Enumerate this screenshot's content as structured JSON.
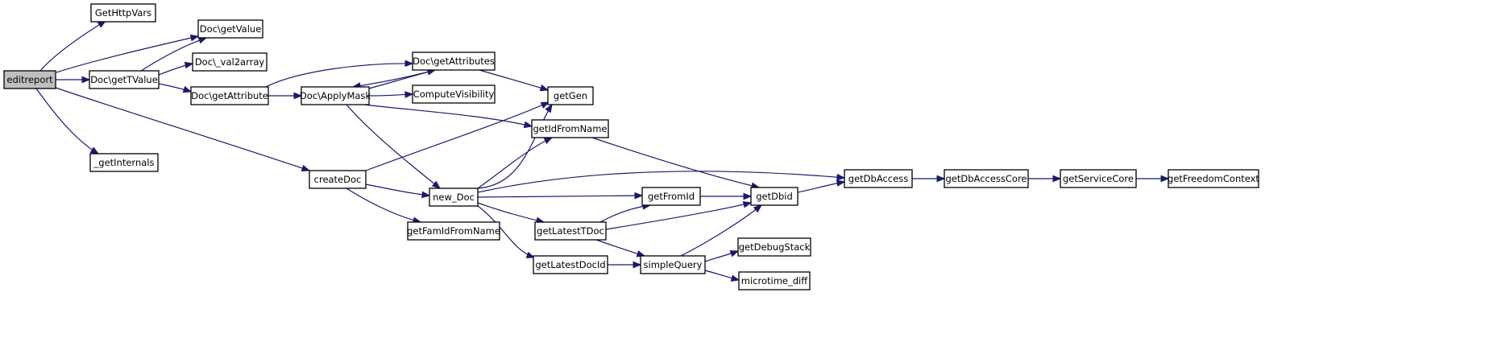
{
  "graph": {
    "title": "",
    "colors": {
      "edge": "#191970",
      "node_fill": "#ffffff",
      "root_fill": "#bfbfbf",
      "border": "#000000"
    },
    "nodes": [
      {
        "id": "editreport",
        "label": "editreport",
        "root": true
      },
      {
        "id": "GetHttpVars",
        "label": "GetHttpVars"
      },
      {
        "id": "DocgetValue",
        "label": "Doc\\getValue"
      },
      {
        "id": "DocgetTValue",
        "label": "Doc\\getTValue"
      },
      {
        "id": "Docval2array",
        "label": "Doc\\_val2array"
      },
      {
        "id": "DocgetAttribute",
        "label": "Doc\\getAttribute"
      },
      {
        "id": "getInternals",
        "label": "_getInternals"
      },
      {
        "id": "createDoc",
        "label": "createDoc"
      },
      {
        "id": "DocgetAttributes",
        "label": "Doc\\getAttributes"
      },
      {
        "id": "DocApplyMask",
        "label": "Doc\\ApplyMask"
      },
      {
        "id": "ComputeVisibility",
        "label": "ComputeVisibility"
      },
      {
        "id": "getGen",
        "label": "getGen"
      },
      {
        "id": "getIdFromName",
        "label": "getIdFromName"
      },
      {
        "id": "newDoc",
        "label": "new_Doc"
      },
      {
        "id": "getFamIdFromName",
        "label": "getFamIdFromName"
      },
      {
        "id": "getFromId",
        "label": "getFromId"
      },
      {
        "id": "getLatestTDoc",
        "label": "getLatestTDoc"
      },
      {
        "id": "getLatestDocId",
        "label": "getLatestDocId"
      },
      {
        "id": "simpleQuery",
        "label": "simpleQuery"
      },
      {
        "id": "getDbid",
        "label": "getDbid"
      },
      {
        "id": "getDebugStack",
        "label": "getDebugStack"
      },
      {
        "id": "microtimediff",
        "label": "microtime_diff"
      },
      {
        "id": "getDbAccess",
        "label": "getDbAccess"
      },
      {
        "id": "getDbAccessCore",
        "label": "getDbAccessCore"
      },
      {
        "id": "getServiceCore",
        "label": "getServiceCore"
      },
      {
        "id": "getFreedomContext",
        "label": "getFreedomContext"
      }
    ],
    "edges": [
      {
        "from": "editreport",
        "to": "GetHttpVars"
      },
      {
        "from": "editreport",
        "to": "DocgetValue"
      },
      {
        "from": "editreport",
        "to": "DocgetTValue"
      },
      {
        "from": "editreport",
        "to": "getInternals"
      },
      {
        "from": "editreport",
        "to": "createDoc"
      },
      {
        "from": "DocgetTValue",
        "to": "DocgetValue"
      },
      {
        "from": "DocgetTValue",
        "to": "Docval2array"
      },
      {
        "from": "DocgetTValue",
        "to": "DocgetAttribute"
      },
      {
        "from": "DocgetAttribute",
        "to": "DocgetAttributes"
      },
      {
        "from": "DocgetAttribute",
        "to": "DocApplyMask"
      },
      {
        "from": "DocgetAttributes",
        "to": "DocApplyMask"
      },
      {
        "from": "DocgetAttributes",
        "to": "getGen"
      },
      {
        "from": "DocApplyMask",
        "to": "DocgetAttributes"
      },
      {
        "from": "DocApplyMask",
        "to": "ComputeVisibility"
      },
      {
        "from": "DocApplyMask",
        "to": "getIdFromName"
      },
      {
        "from": "DocApplyMask",
        "to": "newDoc"
      },
      {
        "from": "createDoc",
        "to": "getGen"
      },
      {
        "from": "createDoc",
        "to": "newDoc"
      },
      {
        "from": "createDoc",
        "to": "getFamIdFromName"
      },
      {
        "from": "newDoc",
        "to": "getGen"
      },
      {
        "from": "newDoc",
        "to": "getIdFromName"
      },
      {
        "from": "newDoc",
        "to": "getDbAccess"
      },
      {
        "from": "newDoc",
        "to": "getFromId"
      },
      {
        "from": "newDoc",
        "to": "getLatestTDoc"
      },
      {
        "from": "newDoc",
        "to": "getLatestDocId"
      },
      {
        "from": "getIdFromName",
        "to": "getDbid"
      },
      {
        "from": "getFromId",
        "to": "getDbid"
      },
      {
        "from": "getLatestTDoc",
        "to": "getFromId"
      },
      {
        "from": "getLatestTDoc",
        "to": "getDbid"
      },
      {
        "from": "getLatestTDoc",
        "to": "simpleQuery"
      },
      {
        "from": "getLatestDocId",
        "to": "simpleQuery"
      },
      {
        "from": "simpleQuery",
        "to": "getDbid"
      },
      {
        "from": "simpleQuery",
        "to": "getDebugStack"
      },
      {
        "from": "simpleQuery",
        "to": "microtimediff"
      },
      {
        "from": "getDbid",
        "to": "getDbAccess"
      },
      {
        "from": "getDbAccess",
        "to": "getDbAccessCore"
      },
      {
        "from": "getDbAccessCore",
        "to": "getServiceCore"
      },
      {
        "from": "getServiceCore",
        "to": "getFreedomContext"
      }
    ]
  }
}
